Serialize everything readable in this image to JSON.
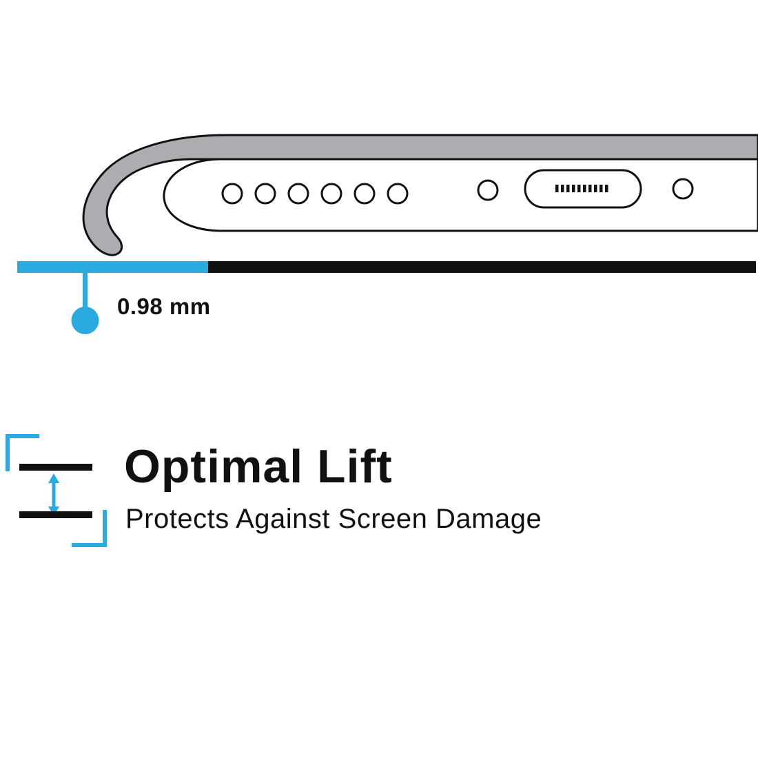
{
  "colors": {
    "accent": "#29ABE2",
    "ink": "#111111",
    "case_gray": "#ABADB0",
    "body_white": "#FFFFFF"
  },
  "measurement": {
    "value": "0.98 mm"
  },
  "feature": {
    "title": "Optimal Lift",
    "subtitle": "Protects Against Screen Damage"
  },
  "icons": {
    "lift_gap_icon": "two horizontal bars with vertical double-headed arrow between corner brackets",
    "charging_port_icon": "pill-shaped port with pin contacts",
    "speaker_holes": "row of six circular holes"
  }
}
